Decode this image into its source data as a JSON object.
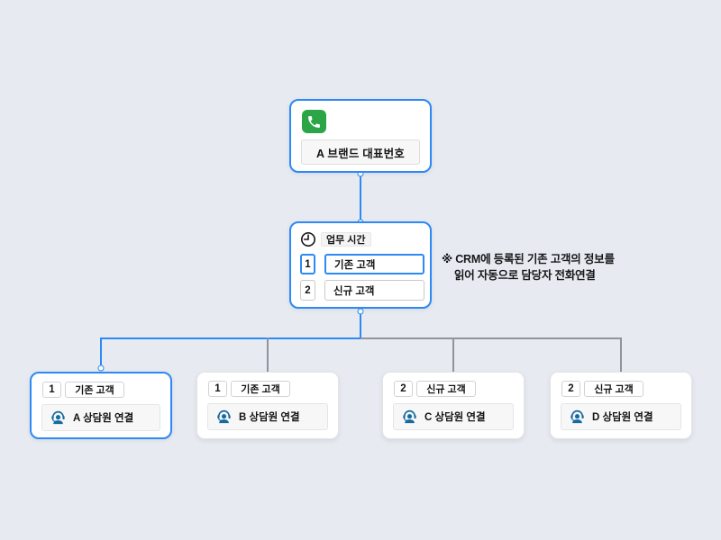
{
  "colors": {
    "background": "#e7eaf0",
    "accent_blue": "#2d89f5",
    "connector_gray": "#8f959c",
    "phone_green": "#2ba546",
    "agent_icon_blue": "#156a9e"
  },
  "root_node": {
    "icon": "phone-icon",
    "label": "A 브랜드 대표번호"
  },
  "branch_node": {
    "icon": "clock-icon",
    "title": "업무 시간",
    "options": [
      {
        "key": "1",
        "label": "기존 고객",
        "highlighted": true
      },
      {
        "key": "2",
        "label": "신규 고객",
        "highlighted": false
      }
    ]
  },
  "annotation": {
    "line1": "※ CRM에 등록된 기존 고객의 정보를",
    "line2": "읽어 자동으로 담당자 전화연결"
  },
  "leaf_nodes": [
    {
      "key": "1",
      "label": "기존 고객",
      "agent": "A 상담원 연결",
      "highlighted": true
    },
    {
      "key": "1",
      "label": "기존 고객",
      "agent": "B 상담원 연결",
      "highlighted": false
    },
    {
      "key": "2",
      "label": "신규 고객",
      "agent": "C 상담원 연결",
      "highlighted": false
    },
    {
      "key": "2",
      "label": "신규 고객",
      "agent": "D 상담원 연결",
      "highlighted": false
    }
  ]
}
